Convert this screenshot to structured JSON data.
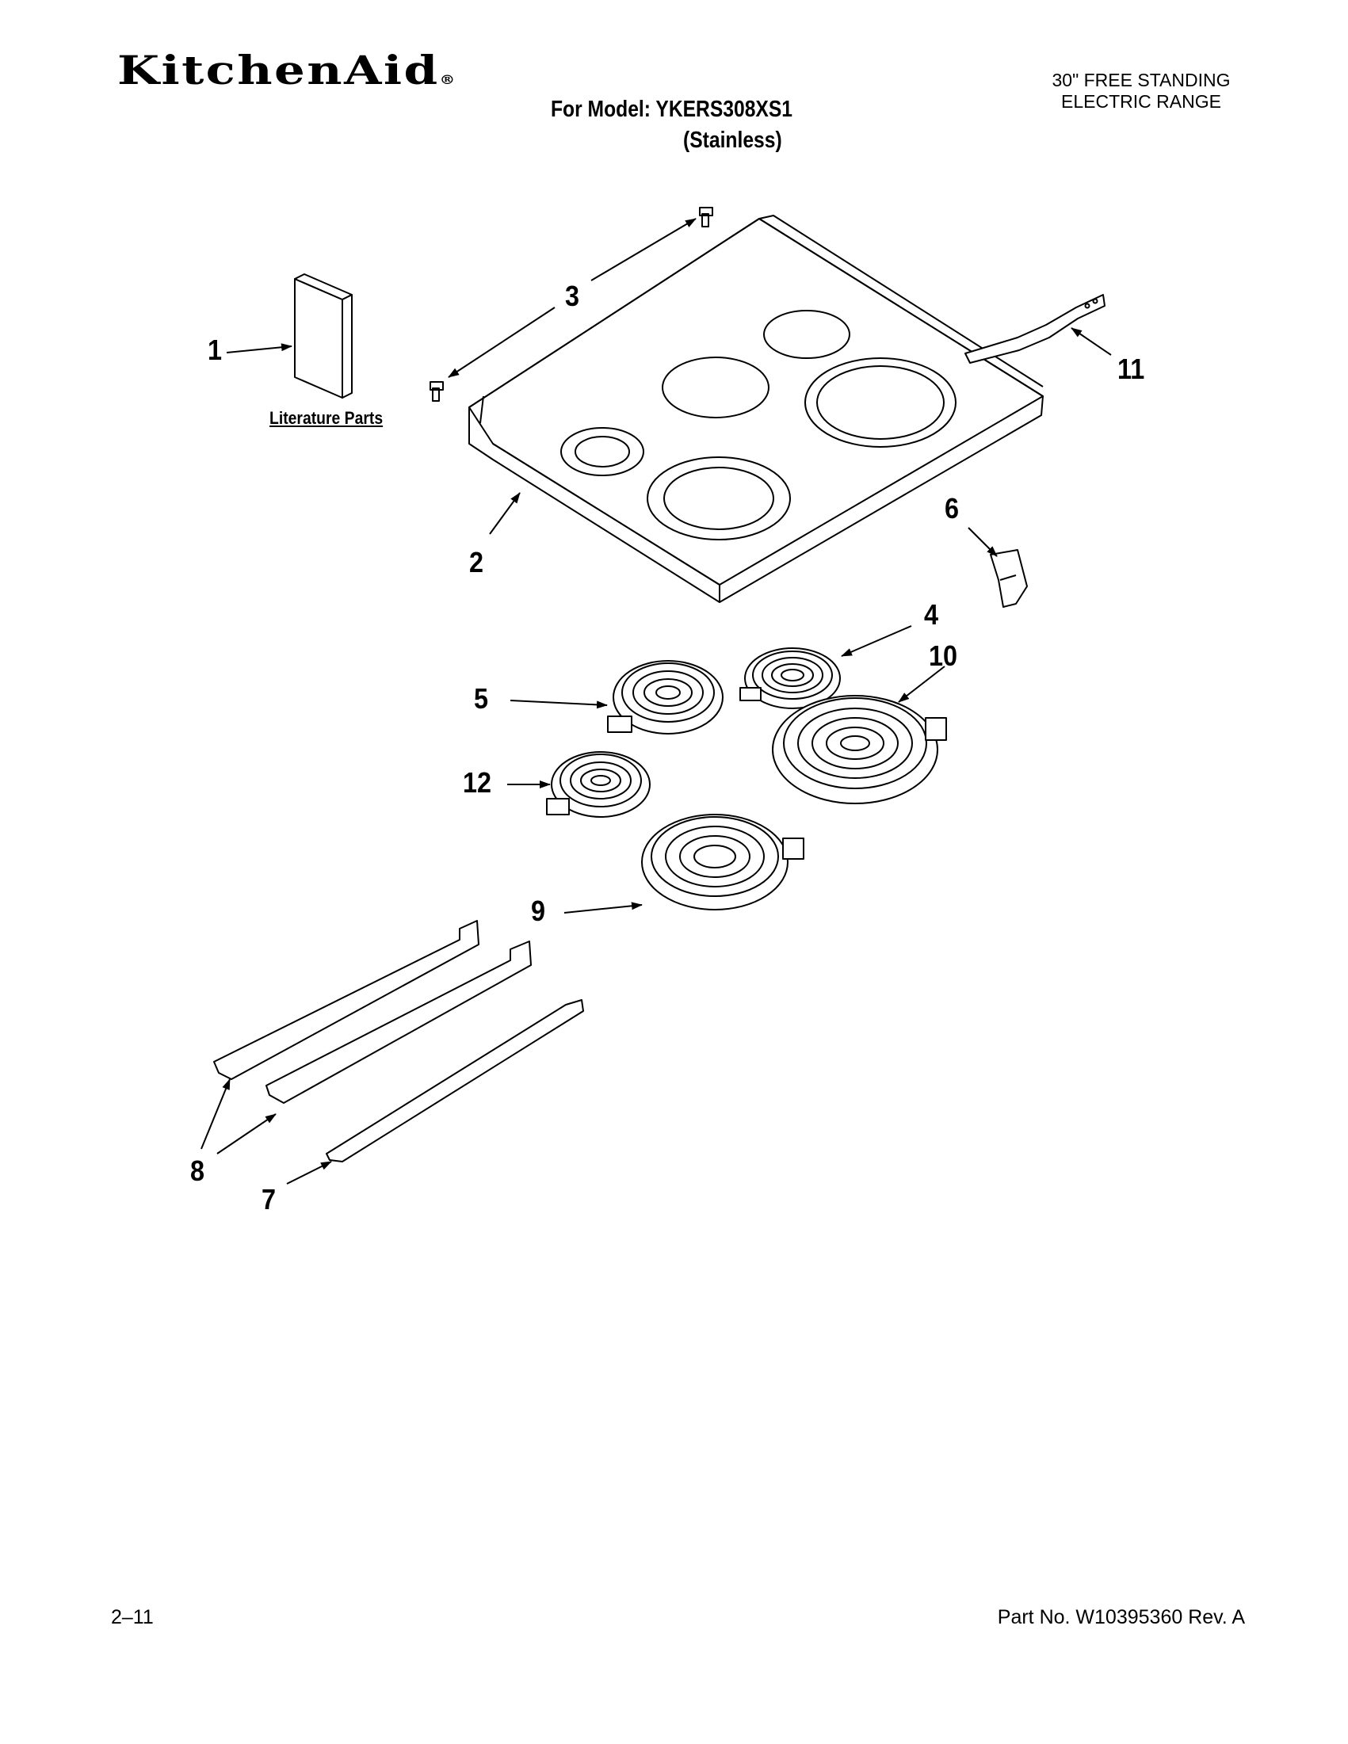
{
  "header": {
    "brand": "KitchenAid",
    "brand_mark": "®",
    "model_line": "For Model: YKERS308XS1",
    "finish": "(Stainless)",
    "product_type": [
      "30\" FREE STANDING",
      "ELECTRIC RANGE"
    ]
  },
  "labels": {
    "literature": "Literature Parts"
  },
  "callouts": [
    "1",
    "2",
    "3",
    "4",
    "5",
    "6",
    "7",
    "8",
    "9",
    "10",
    "11",
    "12"
  ],
  "footer": {
    "page": "2–11",
    "part_no": "Part No. W10395360 Rev. A"
  }
}
